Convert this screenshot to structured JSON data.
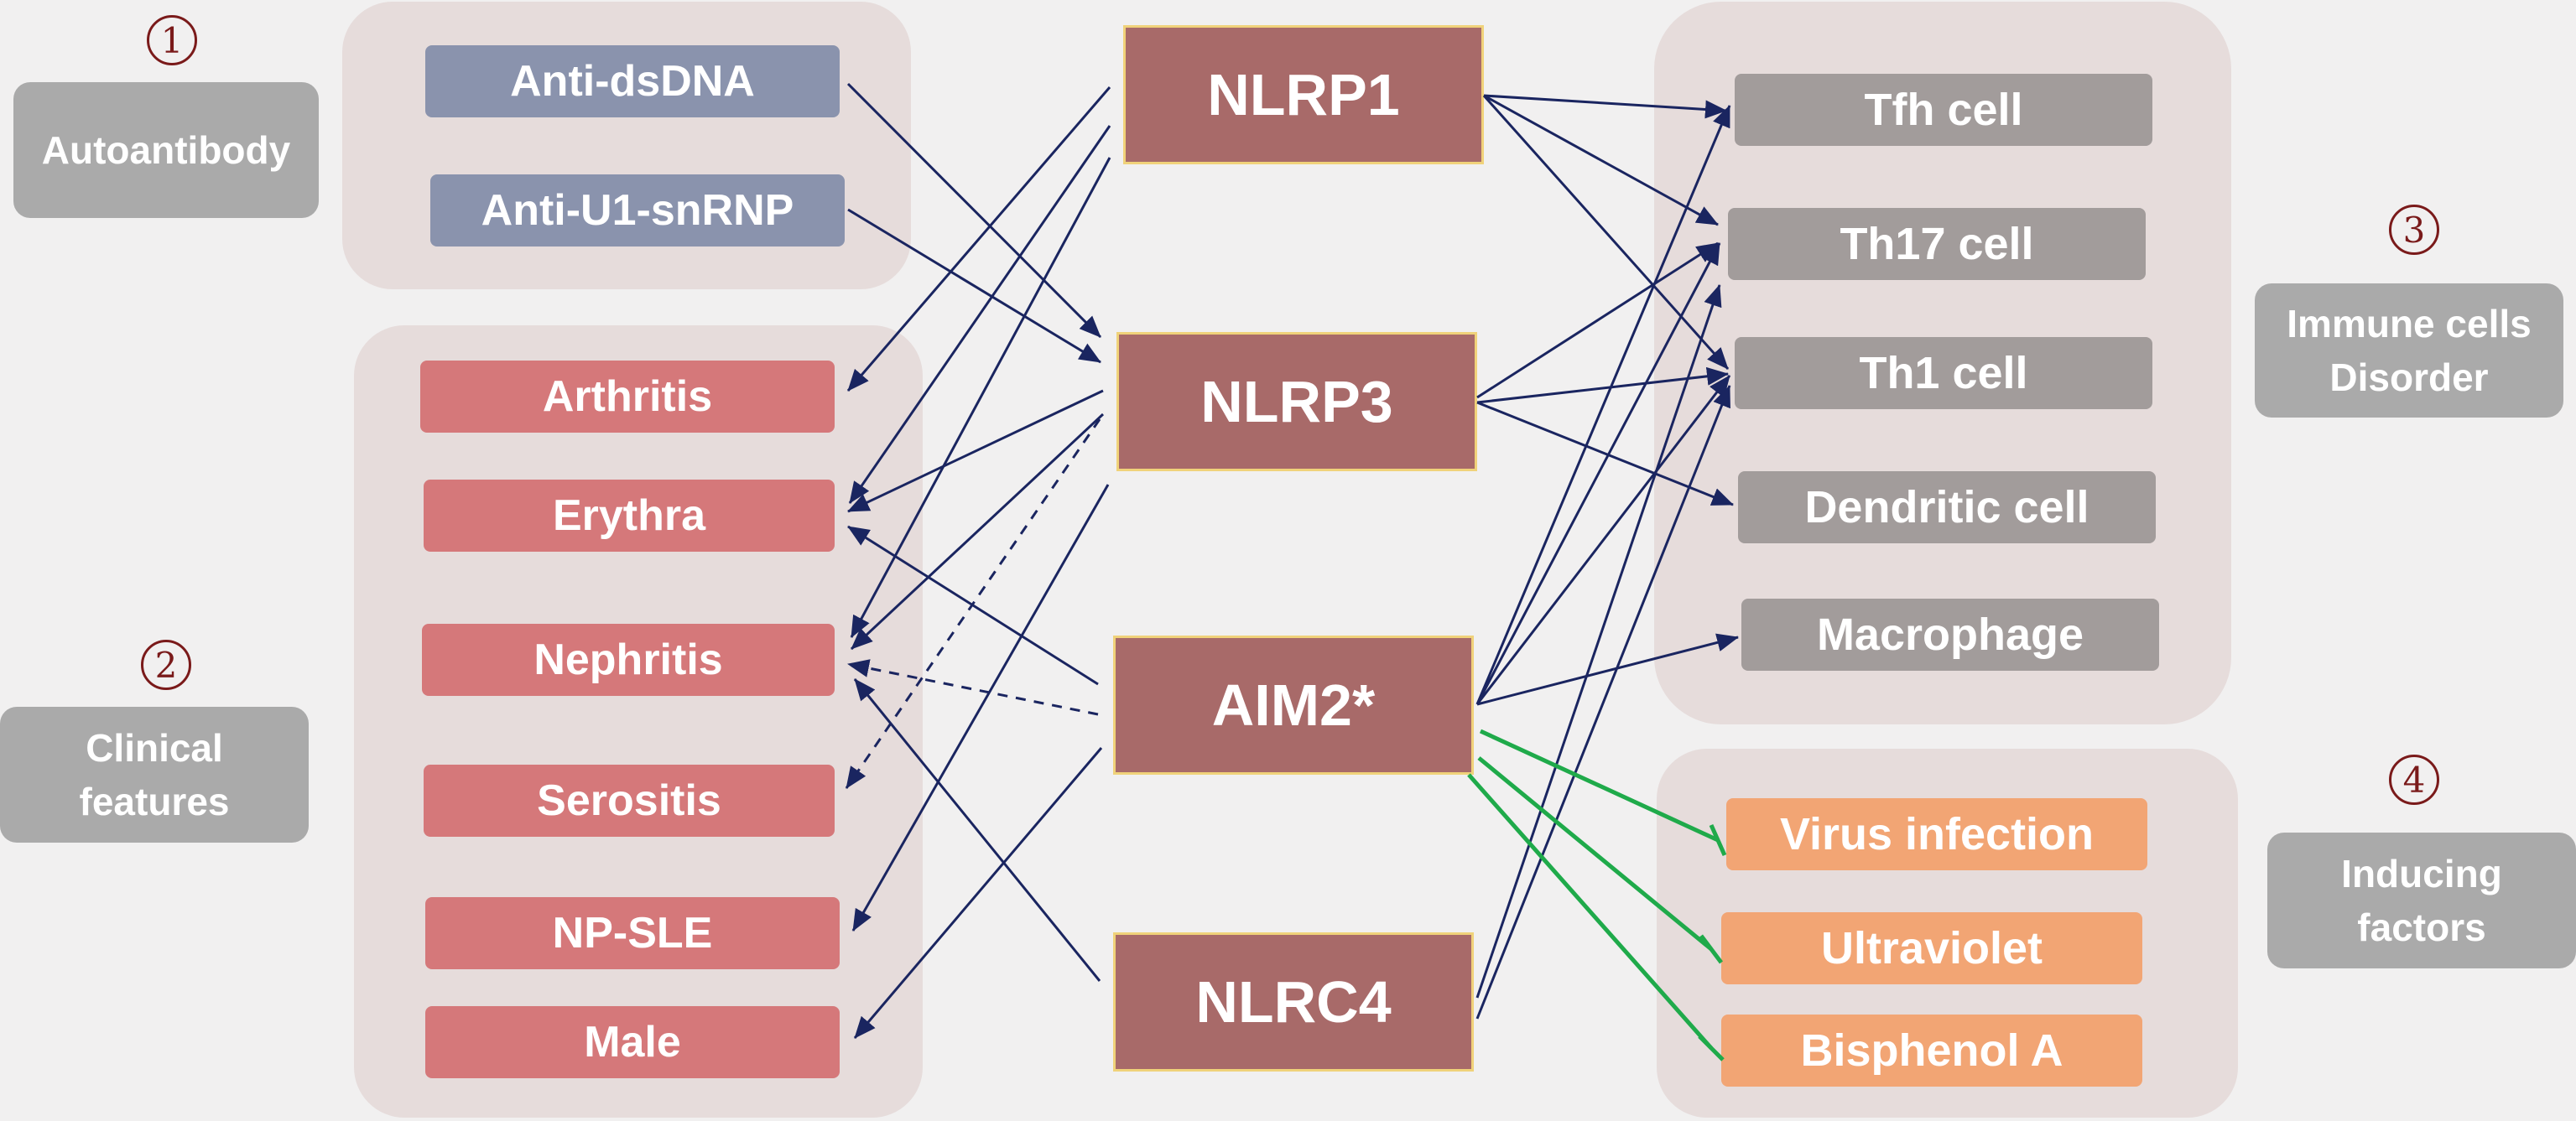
{
  "categories": {
    "autoantibody": {
      "number": "1",
      "label": "Autoantibody"
    },
    "clinical": {
      "number": "2",
      "label": "Clinical features"
    },
    "immune": {
      "number": "3",
      "label": "Immune cells Disorder"
    },
    "inducing": {
      "number": "4",
      "label": "Inducing factors"
    }
  },
  "autoantibodies": [
    "Anti-dsDNA",
    "Anti-U1-snRNP"
  ],
  "clinical_features": [
    "Arthritis",
    "Erythra",
    "Nephritis",
    "Serositis",
    "NP-SLE",
    "Male"
  ],
  "inflammasomes": [
    "NLRP1",
    "NLRP3",
    "AIM2*",
    "NLRC4"
  ],
  "immune_cells": [
    "Tfh cell",
    "Th17 cell",
    "Th1 cell",
    "Dendritic cell",
    "Macrophage"
  ],
  "inducing_factors": [
    "Virus infection",
    "Ultraviolet",
    "Bisphenol A"
  ],
  "colors": {
    "arrow": "#1a2560",
    "inhibit": "#1faa4a",
    "inflammasome": "#a86a69",
    "clinical": "#d5787a",
    "autoantibody": "#8a93ad",
    "cell": "#a29c9b",
    "factor": "#f2a574"
  }
}
